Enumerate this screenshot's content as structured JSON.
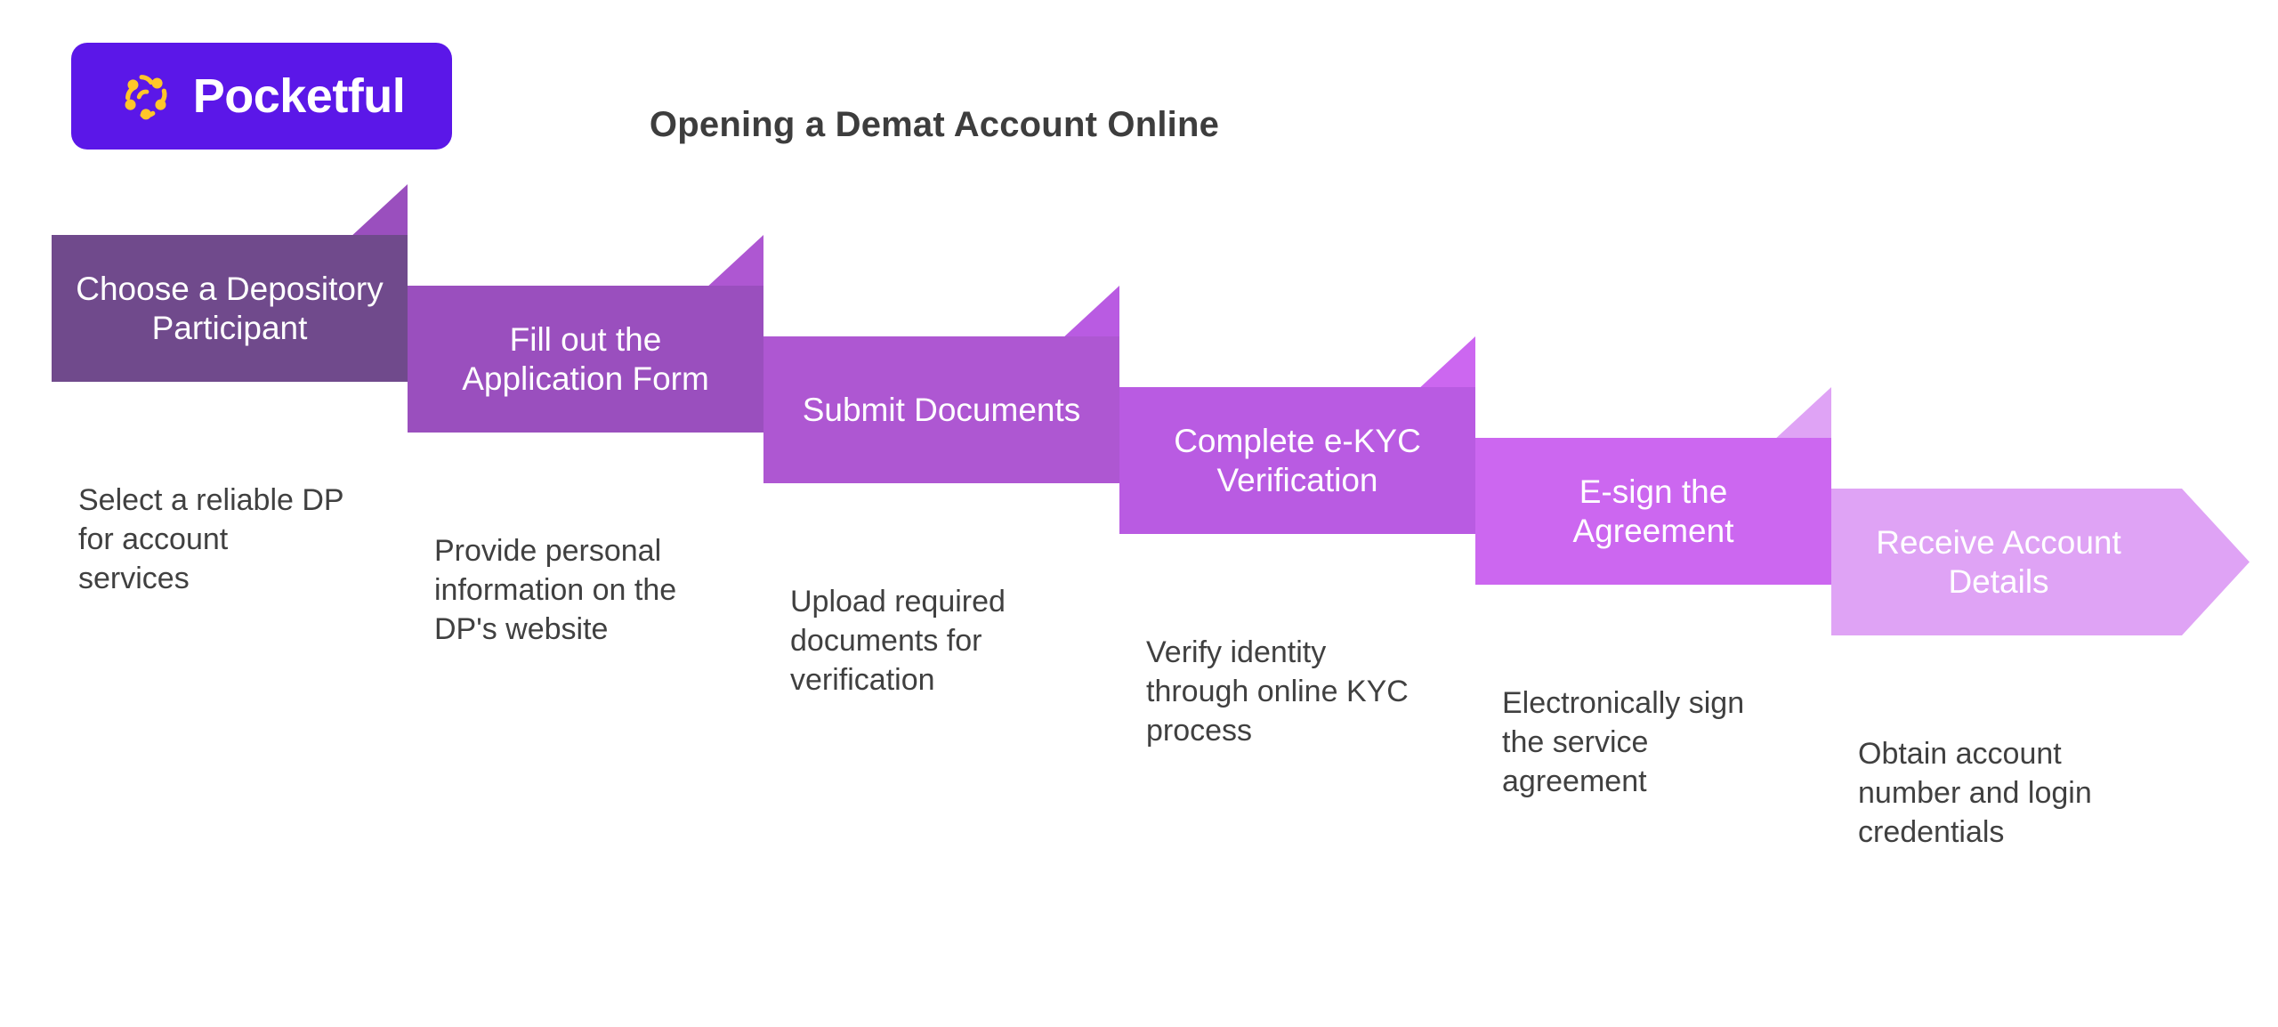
{
  "brand": {
    "name": "Pocketful",
    "badge_color": "#5B17E8",
    "mark_color": "#FFC629",
    "mark_icon": "pinwheel-dots-icon"
  },
  "header": {
    "title": "Opening a Demat Account Online",
    "title_color": "#3D3D3D"
  },
  "background_color": "#FFFFFF",
  "caption_color": "#404040",
  "flow": {
    "type": "staircase-banner-process",
    "direction": "left-to-right-descending",
    "end_marker": "arrow-head",
    "steps": [
      {
        "index": 1,
        "label": "Choose a Depository Participant",
        "caption": "Select a reliable DP for account services",
        "color": "#704A8C"
      },
      {
        "index": 2,
        "label": "Fill out the Application Form",
        "caption": "Provide personal information on the DP's website",
        "color": "#9A4FBE"
      },
      {
        "index": 3,
        "label": "Submit Documents",
        "caption": "Upload required documents for verification",
        "color": "#AE57D2"
      },
      {
        "index": 4,
        "label": "Complete e-KYC Verification",
        "caption": "Verify identity through online KYC process",
        "color": "#B95BE2"
      },
      {
        "index": 5,
        "label": "E-sign the Agreement",
        "caption": "Electronically sign the service agreement",
        "color": "#CC67F0"
      },
      {
        "index": 6,
        "label": "Receive Account Details",
        "caption": "Obtain account number and login credentials",
        "color": "#DFA3F5"
      }
    ]
  }
}
